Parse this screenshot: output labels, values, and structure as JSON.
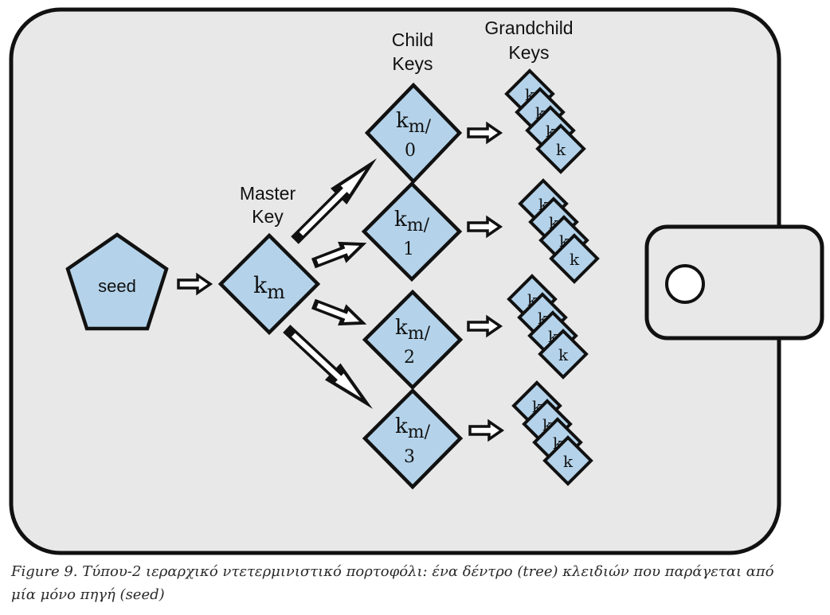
{
  "labels": {
    "seed": "seed",
    "master_line1": "Master",
    "master_line2": "Key",
    "child_line1": "Child",
    "child_line2": "Keys",
    "grandchild_line1": "Grandchild",
    "grandchild_line2": "Keys"
  },
  "master_key": {
    "base": "k",
    "sub": "m"
  },
  "child_keys": [
    {
      "base": "k",
      "sub": "m/",
      "index": "0"
    },
    {
      "base": "k",
      "sub": "m/",
      "index": "1"
    },
    {
      "base": "k",
      "sub": "m/",
      "index": "2"
    },
    {
      "base": "k",
      "sub": "m/",
      "index": "3"
    }
  ],
  "grandchild_key_label": "k",
  "caption": {
    "line1": "Figure 9. Τύπου-2 ιεραρχικό ντετερμινιστικό πορτοφόλι: ένα δέντρο (tree) κλειδιών που παράγεται από",
    "line2": "μία μόνο πηγή (seed)"
  },
  "colors": {
    "key_fill": "#b4d3ea",
    "wallet_fill": "#e8e8e8",
    "stroke": "#111111"
  }
}
